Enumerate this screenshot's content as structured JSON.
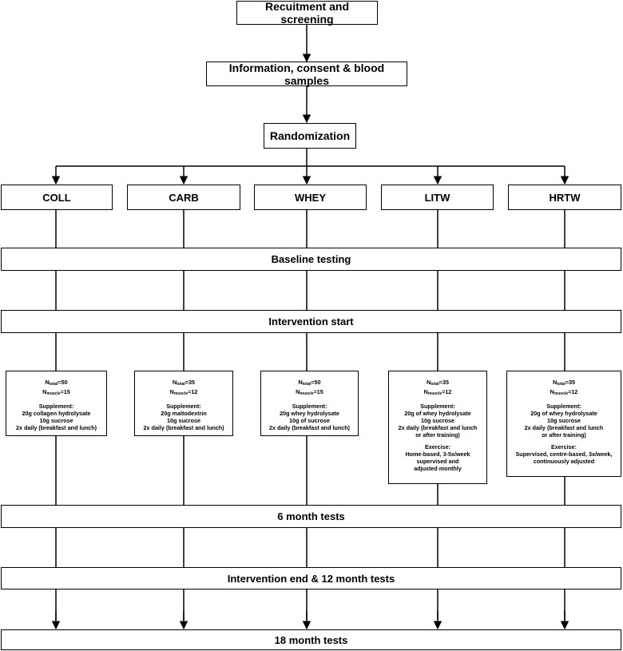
{
  "steps": {
    "recruitment": "Recuitment and screening",
    "consent": "Information, consent & blood samples",
    "randomization": "Randomization"
  },
  "arms": [
    {
      "name": "COLL",
      "n_total_label": "N",
      "n_total_sub": "total",
      "n_total_value": "=50",
      "n_biopsy_label": "N",
      "n_biopsy_sub": "muscle",
      "n_biopsy_value": "=15",
      "supplement_title": "Supplement:",
      "supplement_lines": [
        "20g collagen hydrolysate",
        "10g sucrose",
        "2x daily (breakfast and lunch)"
      ],
      "exercise_title": "",
      "exercise_lines": []
    },
    {
      "name": "CARB",
      "n_total_label": "N",
      "n_total_sub": "total",
      "n_total_value": "=35",
      "n_biopsy_label": "N",
      "n_biopsy_sub": "muscle",
      "n_biopsy_value": "=12",
      "supplement_title": "Supplement:",
      "supplement_lines": [
        "20g maltodextrin",
        "10g sucrose",
        "2x daily (breakfast and lunch)"
      ],
      "exercise_title": "",
      "exercise_lines": []
    },
    {
      "name": "WHEY",
      "n_total_label": "N",
      "n_total_sub": "total",
      "n_total_value": "=50",
      "n_biopsy_label": "N",
      "n_biopsy_sub": "muscle",
      "n_biopsy_value": "=15",
      "supplement_title": "Supplement:",
      "supplement_lines": [
        "20g whey hydrolysate",
        "10g of sucrose",
        "2x daily (breakfast and lunch)"
      ],
      "exercise_title": "",
      "exercise_lines": []
    },
    {
      "name": "LITW",
      "n_total_label": "N",
      "n_total_sub": "total",
      "n_total_value": "=35",
      "n_biopsy_label": "N",
      "n_biopsy_sub": "muscle",
      "n_biopsy_value": "=12",
      "supplement_title": "Supplement:",
      "supplement_lines": [
        "20g of whey hydrolysate",
        "10g sucrose",
        "2x daily (breakfast and lunch",
        "or after training)"
      ],
      "exercise_title": "Exercise:",
      "exercise_lines": [
        "Home-based, 3-5x/week",
        "supervised and",
        "adjusted monthly"
      ]
    },
    {
      "name": "HRTW",
      "n_total_label": "N",
      "n_total_sub": "total",
      "n_total_value": "=35",
      "n_biopsy_label": "N",
      "n_biopsy_sub": "muscle",
      "n_biopsy_value": "=12",
      "supplement_title": "Supplement:",
      "supplement_lines": [
        "20g of whey hydrolysate",
        "10g sucrose",
        "2x daily (breakfast and lunch",
        "or after training)"
      ],
      "exercise_title": "Exercise:",
      "exercise_lines": [
        "Supervised, centre-based, 3x/week,",
        "continuously adjusted"
      ]
    }
  ],
  "phases": {
    "baseline": "Baseline testing",
    "intervention_start": "Intervention start",
    "six_month": "6 month tests",
    "intervention_end": "Intervention end & 12 month tests",
    "eighteen_month": "18 month tests"
  }
}
